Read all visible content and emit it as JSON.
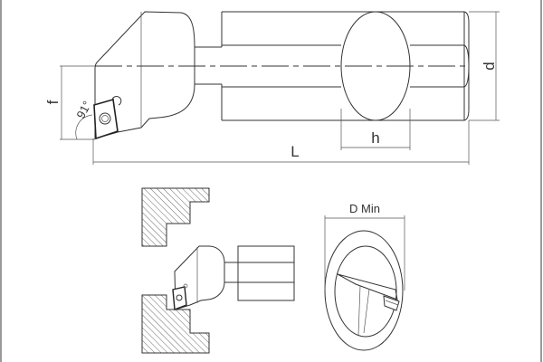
{
  "labels": {
    "d": "d",
    "f": "f",
    "h": "h",
    "L": "L",
    "angle": "91°",
    "d_min": "D Min"
  },
  "colors": {
    "line": "#333333",
    "border": "#9a9a9a"
  }
}
